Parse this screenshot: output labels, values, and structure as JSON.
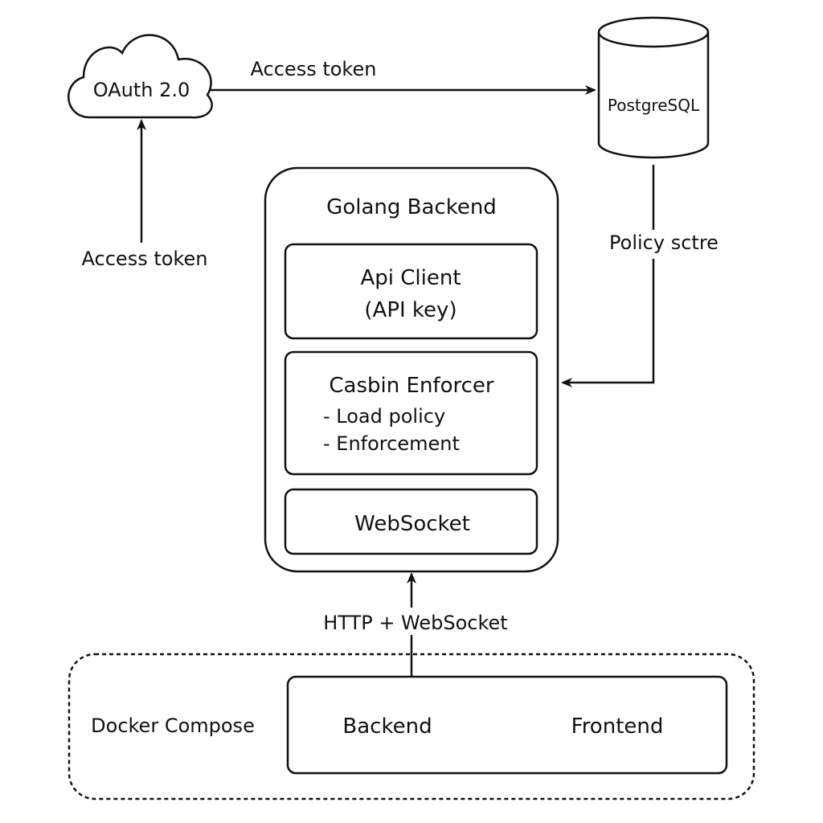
{
  "nodes": {
    "oauth": {
      "label": "OAuth 2.0"
    },
    "postgres": {
      "label": "PostgreSQL"
    },
    "backend_container": {
      "title": "Golang Backend"
    },
    "api_client": {
      "line1": "Api Client",
      "line2": "(API key)"
    },
    "casbin": {
      "title": "Casbin Enforcer",
      "item1": "- Load policy",
      "item2": "- Enforcement"
    },
    "websocket": {
      "label": "WebSocket"
    },
    "docker": {
      "label": "Docker Compose",
      "backend": "Backend",
      "frontend": "Frontend"
    }
  },
  "edges": {
    "oauth_to_postgres": "Access token",
    "into_oauth": "Access token",
    "postgres_to_casbin": "Policy sctre",
    "docker_to_backend": "HTTP + WebSocket"
  }
}
